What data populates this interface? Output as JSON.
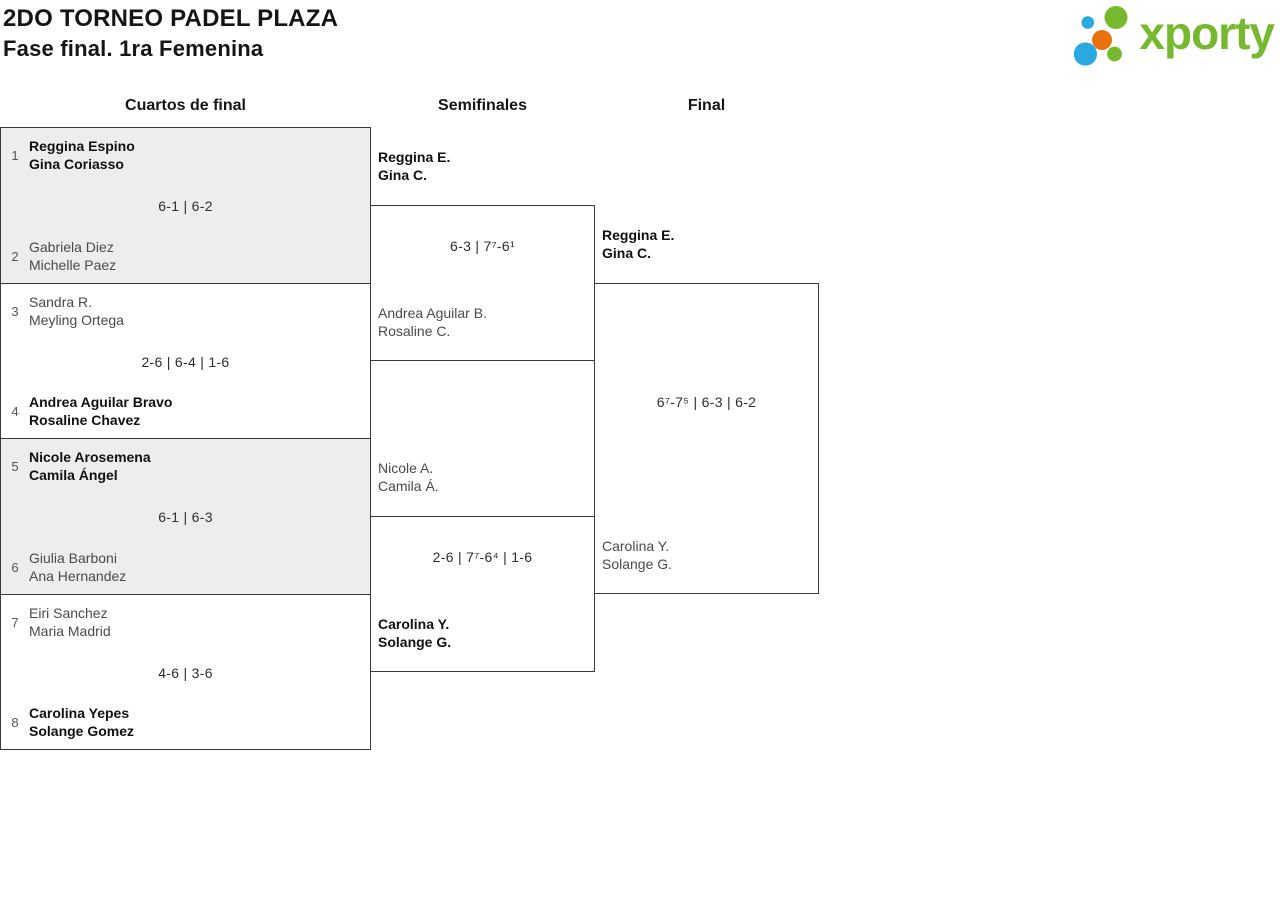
{
  "page": {
    "title": "2DO TORNEO PADEL PLAZA",
    "subtitle": "Fase final. 1ra Femenina"
  },
  "logo": {
    "brand": "xporty",
    "colors": {
      "green": "#76b82e",
      "blue": "#29a9e0",
      "orange": "#e8730e"
    }
  },
  "columns": [
    {
      "label": "Cuartos de final"
    },
    {
      "label": "Semifinales"
    },
    {
      "label": "Final"
    }
  ],
  "bracket": {
    "quarterfinals": [
      {
        "seed_top": "1",
        "team_top": [
          "Reggina Espino",
          "Gina Coriasso"
        ],
        "top_winner": true,
        "score": "6-1 | 6-2",
        "seed_bottom": "2",
        "team_bottom": [
          "Gabriela Diez",
          "Michelle Paez"
        ],
        "bottom_winner": false
      },
      {
        "seed_top": "3",
        "team_top": [
          "Sandra R.",
          "Meyling Ortega"
        ],
        "top_winner": false,
        "score": "2-6 | 6-4 | 1-6",
        "seed_bottom": "4",
        "team_bottom": [
          "Andrea Aguilar Bravo",
          "Rosaline Chavez"
        ],
        "bottom_winner": true
      },
      {
        "seed_top": "5",
        "team_top": [
          "Nicole Arosemena",
          "Camila Ángel"
        ],
        "top_winner": true,
        "score": "6-1 | 6-3",
        "seed_bottom": "6",
        "team_bottom": [
          "Giulia Barboni",
          "Ana Hernandez"
        ],
        "bottom_winner": false
      },
      {
        "seed_top": "7",
        "team_top": [
          "Eiri Sanchez",
          "Maria Madrid"
        ],
        "top_winner": false,
        "score": "4-6 | 3-6",
        "seed_bottom": "8",
        "team_bottom": [
          "Carolina Yepes",
          "Solange Gomez"
        ],
        "bottom_winner": true
      }
    ],
    "semifinals": [
      {
        "team_top": [
          "Reggina E.",
          "Gina C."
        ],
        "top_winner": true,
        "score": "6-3 | 7⁷-6¹",
        "team_bottom": [
          "Andrea Aguilar B.",
          "Rosaline C."
        ],
        "bottom_winner": false
      },
      {
        "team_top": [
          "Nicole A.",
          "Camila Á."
        ],
        "top_winner": false,
        "score": "2-6 | 7⁷-6⁴ | 1-6",
        "team_bottom": [
          "Carolina Y.",
          "Solange G."
        ],
        "bottom_winner": true
      }
    ],
    "final": {
      "team_top": [
        "Reggina E.",
        "Gina C."
      ],
      "top_winner": true,
      "score": "6⁷-7⁵ | 6-3 | 6-2",
      "team_bottom": [
        "Carolina Y.",
        "Solange G."
      ],
      "bottom_winner": false
    }
  }
}
